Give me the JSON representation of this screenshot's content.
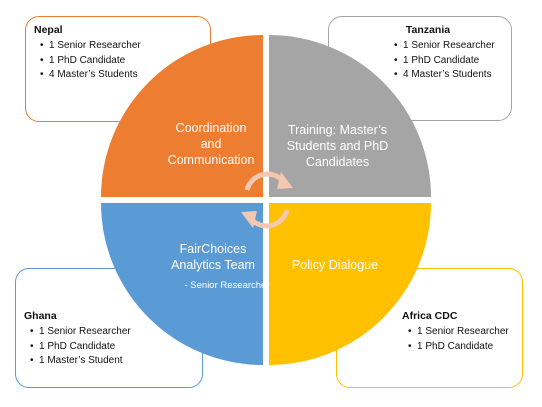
{
  "boxes": {
    "nepal": {
      "title": "Nepal",
      "items": [
        "1 Senior Researcher",
        "1 PhD Candidate",
        "4 Master’s Students"
      ]
    },
    "tanzania": {
      "title": "Tanzania",
      "items": [
        "1 Senior Researcher",
        "1 PhD Candidate",
        "4 Master’s Students"
      ]
    },
    "ghana": {
      "title": "Ghana",
      "items": [
        "1 Senior Researcher",
        "1 PhD Candidate",
        "1 Master’s Student"
      ]
    },
    "africa_cdc": {
      "title": "Africa CDC",
      "items": [
        "1 Senior Researcher",
        "1 PhD Candidate"
      ]
    }
  },
  "quadrants": {
    "top_left": {
      "line1": "Coordination",
      "line2": "and",
      "line3": "Communication"
    },
    "top_right": {
      "line1": "Training: Master’s",
      "line2": "Students and PhD",
      "line3": "Candidates"
    },
    "bottom_left": {
      "line1": "FairChoices",
      "line2": "Analytics Team",
      "sub": "- Senior Researcher"
    },
    "bottom_right": {
      "line1": "Policy Dialogue"
    }
  },
  "colors": {
    "orange": "#ed7d31",
    "gray": "#a5a5a5",
    "blue": "#5b9bd5",
    "gold": "#ffc000",
    "arrow": "#f4c7b0"
  }
}
